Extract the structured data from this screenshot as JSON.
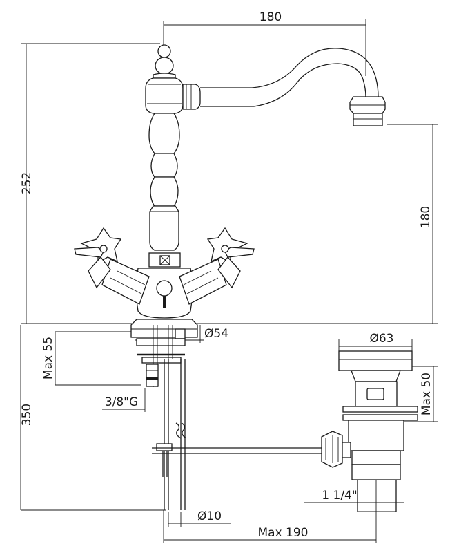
{
  "dimensions": {
    "spout_reach": "180",
    "total_height": "252",
    "spout_height": "180",
    "base_diameter": "Ø54",
    "max_55": "Max 55",
    "connection": "3/8\"G",
    "flexible_length": "350",
    "waste_diameter": "Ø63",
    "max_50": "Max 50",
    "waste_thread": "1 1/4\"",
    "rod_diameter": "Ø10",
    "max_190": "Max 190"
  }
}
